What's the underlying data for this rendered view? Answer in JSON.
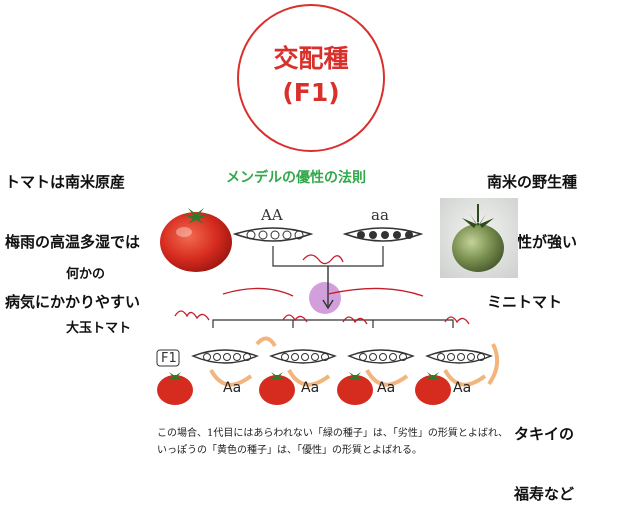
{
  "title": {
    "line1": "交配種",
    "line2": "(F1)"
  },
  "left_note": [
    "トマトは南米原産",
    "梅雨の高温多湿では",
    "病気にかかりやすい"
  ],
  "right_note": [
    "南米の野生種",
    "耐病性が強い",
    "ミニトマト"
  ],
  "law_label": "メンデルの優性の法則",
  "left_tomato_label": [
    "何かの",
    "大玉トマト"
  ],
  "right_bottom_label": [
    "タキイの",
    "福寿など"
  ],
  "figure": {
    "parent_left": "AA",
    "parent_right": "aa",
    "f1_label": "F1",
    "offspring_labels": [
      "Aa",
      "Aa",
      "Aa",
      "Aa"
    ],
    "caption_lines": [
      "この場合、1代目にはあらわれない「緑の種子」は、「劣性」の形質とよばれ、",
      "いっぽうの「黄色の種子」は、「優性」の形質とよばれる。"
    ]
  },
  "colors": {
    "accent_red": "#d9302c",
    "law_green": "#31a84a",
    "tomato_red": "#d62b1f",
    "annotation_red": "#c41e2a",
    "orange_mark": "#f0a35a",
    "highlight_purple": "#c98fd6"
  }
}
